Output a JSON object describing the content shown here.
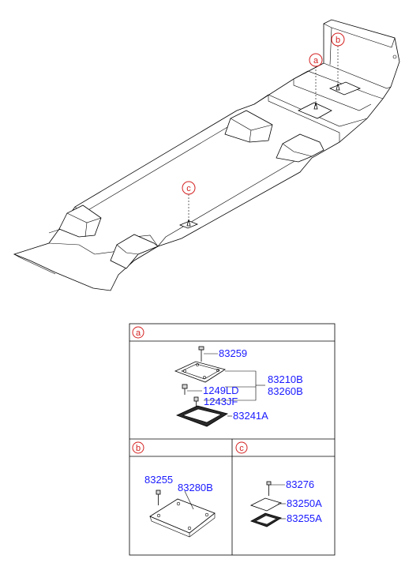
{
  "callouts": {
    "a": "a",
    "b": "b",
    "c": "c"
  },
  "panel_a": {
    "letter": "a",
    "parts": {
      "p83259": "83259",
      "p83210B": "83210B",
      "p83260B": "83260B",
      "p1249LD": "1249LD",
      "p1243JF": "1243JF",
      "p83241A": "83241A"
    }
  },
  "panel_b": {
    "letter": "b",
    "parts": {
      "p83255": "83255",
      "p83280B": "83280B"
    }
  },
  "panel_c": {
    "letter": "c",
    "parts": {
      "p83276": "83276",
      "p83250A": "83250A",
      "p83255A": "83255A"
    }
  },
  "colors": {
    "part_number": "#1a1aff",
    "callout_circle": "#d42020",
    "line": "#000000"
  }
}
